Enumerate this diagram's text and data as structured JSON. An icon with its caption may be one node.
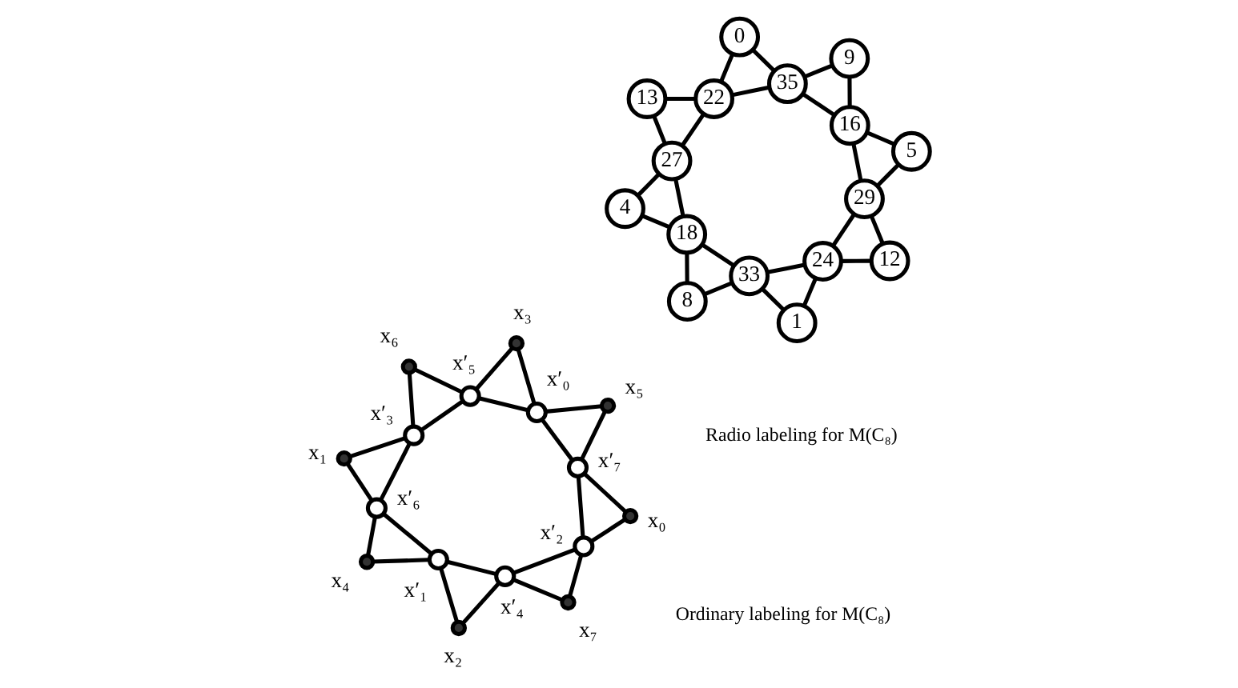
{
  "diagram": {
    "nodes": [
      {
        "text": [],
        "shape": "circle",
        "beside": [
          "x₀"
        ]
      },
      {
        "text": [],
        "shape": "circle",
        "beside": [
          "x′₂"
        ]
      },
      {
        "text": [],
        "shape": "circle",
        "beside": [
          "x₇"
        ]
      },
      {
        "text": [],
        "shape": "circle",
        "beside": [
          "x′₄"
        ]
      },
      {
        "text": [],
        "shape": "circle",
        "beside": [
          "x₂"
        ]
      },
      {
        "text": [],
        "shape": "circle",
        "beside": [
          "x′₁"
        ]
      },
      {
        "text": [],
        "shape": "circle",
        "beside": [
          "x₄"
        ]
      },
      {
        "text": [],
        "shape": "circle",
        "beside": [
          "x′₆"
        ]
      },
      {
        "text": [],
        "shape": "circle",
        "beside": [
          "x₁"
        ]
      },
      {
        "text": [],
        "shape": "circle",
        "beside": [
          "x′₃"
        ]
      },
      {
        "text": [],
        "shape": "circle",
        "beside": [
          "x₆"
        ]
      },
      {
        "text": [],
        "shape": "circle",
        "beside": [
          "x′₅"
        ]
      },
      {
        "text": [],
        "shape": "circle",
        "beside": [
          "x₃"
        ]
      },
      {
        "text": [],
        "shape": "circle",
        "beside": [
          "x′₀"
        ]
      },
      {
        "text": [],
        "shape": "circle",
        "beside": [
          "x₅"
        ]
      },
      {
        "text": [],
        "shape": "circle",
        "beside": [
          "x′₇"
        ]
      },
      {
        "text": [
          "0"
        ]
      },
      {
        "text": [
          "22"
        ]
      },
      {
        "text": [
          "13"
        ]
      },
      {
        "text": [
          "27"
        ]
      },
      {
        "text": [
          "4"
        ]
      },
      {
        "text": [
          "18"
        ]
      },
      {
        "text": [
          "8"
        ]
      },
      {
        "text": [
          "33"
        ]
      },
      {
        "text": [
          "1"
        ]
      },
      {
        "text": [
          "24"
        ]
      },
      {
        "text": [
          "12"
        ]
      },
      {
        "text": [
          "29"
        ]
      },
      {
        "text": [
          "5"
        ]
      },
      {
        "text": [
          "16"
        ]
      },
      {
        "text": [
          "9"
        ]
      },
      {
        "text": [
          "35"
        ]
      }
    ],
    "edges": [
      {
        "from": 0,
        "to": 1,
        "arrow": "none"
      },
      {
        "from": 1,
        "to": 2,
        "arrow": "none"
      },
      {
        "from": 2,
        "to": 3,
        "arrow": "none"
      },
      {
        "from": 3,
        "to": 4,
        "arrow": "none"
      },
      {
        "from": 4,
        "to": 5,
        "arrow": "none"
      },
      {
        "from": 5,
        "to": 6,
        "arrow": "none"
      },
      {
        "from": 6,
        "to": 7,
        "arrow": "none"
      },
      {
        "from": 7,
        "to": 8,
        "arrow": "none"
      },
      {
        "from": 8,
        "to": 9,
        "arrow": "none"
      },
      {
        "from": 9,
        "to": 10,
        "arrow": "none"
      },
      {
        "from": 10,
        "to": 11,
        "arrow": "none"
      },
      {
        "from": 11,
        "to": 12,
        "arrow": "none"
      },
      {
        "from": 12,
        "to": 13,
        "arrow": "none"
      },
      {
        "from": 13,
        "to": 14,
        "arrow": "none"
      },
      {
        "from": 14,
        "to": 15,
        "arrow": "none"
      },
      {
        "from": 15,
        "to": 0,
        "arrow": "none"
      },
      {
        "from": 15,
        "to": 1,
        "arrow": "none"
      },
      {
        "from": 1,
        "to": 3,
        "arrow": "none"
      },
      {
        "from": 3,
        "to": 5,
        "arrow": "none"
      },
      {
        "from": 5,
        "to": 7,
        "arrow": "none"
      },
      {
        "from": 7,
        "to": 9,
        "arrow": "none"
      },
      {
        "from": 9,
        "to": 11,
        "arrow": "none"
      },
      {
        "from": 11,
        "to": 13,
        "arrow": "none"
      },
      {
        "from": 13,
        "to": 15,
        "arrow": "none"
      },
      {
        "from": 16,
        "to": 17,
        "arrow": "none"
      },
      {
        "from": 17,
        "to": 18,
        "arrow": "none"
      },
      {
        "from": 18,
        "to": 19,
        "arrow": "none"
      },
      {
        "from": 19,
        "to": 20,
        "arrow": "none"
      },
      {
        "from": 20,
        "to": 21,
        "arrow": "none"
      },
      {
        "from": 21,
        "to": 22,
        "arrow": "none"
      },
      {
        "from": 22,
        "to": 23,
        "arrow": "none"
      },
      {
        "from": 23,
        "to": 24,
        "arrow": "none"
      },
      {
        "from": 24,
        "to": 25,
        "arrow": "none"
      },
      {
        "from": 25,
        "to": 26,
        "arrow": "none"
      },
      {
        "from": 26,
        "to": 27,
        "arrow": "none"
      },
      {
        "from": 27,
        "to": 28,
        "arrow": "none"
      },
      {
        "from": 28,
        "to": 29,
        "arrow": "none"
      },
      {
        "from": 29,
        "to": 30,
        "arrow": "none"
      },
      {
        "from": 30,
        "to": 31,
        "arrow": "none"
      },
      {
        "from": 31,
        "to": 16,
        "arrow": "none"
      },
      {
        "from": 31,
        "to": 17,
        "arrow": "none"
      },
      {
        "from": 17,
        "to": 19,
        "arrow": "none"
      },
      {
        "from": 19,
        "to": 21,
        "arrow": "none"
      },
      {
        "from": 21,
        "to": 23,
        "arrow": "none"
      },
      {
        "from": 23,
        "to": 25,
        "arrow": "none"
      },
      {
        "from": 25,
        "to": 27,
        "arrow": "none"
      },
      {
        "from": 27,
        "to": 29,
        "arrow": "none"
      },
      {
        "from": 29,
        "to": 31,
        "arrow": "none"
      }
    ],
    "labels": [
      "Ordinary labeling for M(C₈)",
      "Radio labeling for M(C₈)"
    ]
  }
}
